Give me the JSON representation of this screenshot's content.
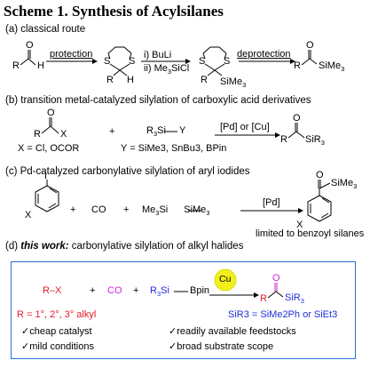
{
  "title": "Scheme 1. Synthesis of Acylsilanes",
  "sections": {
    "a": {
      "label": "(a) classical route",
      "r1": "R",
      "h1": "H",
      "o1": "O",
      "arrow1": "protection",
      "s1": "S",
      "s2": "S",
      "r2": "R",
      "h2": "H",
      "reagent1": "i) BuLi",
      "reagent2_pre": "ii) Me",
      "reagent2_sub": "3",
      "reagent2_post": "SiCl",
      "s3": "S",
      "s4": "S",
      "r3": "R",
      "sime3_pre": "SiMe",
      "sime3_sub": "3",
      "arrow2": "deprotection",
      "o2": "O",
      "r4": "R",
      "sime3b_pre": "SiMe",
      "sime3b_sub": "3"
    },
    "b": {
      "label": "(b) transition metal-catalyzed silylation of carboxylic acid derivatives",
      "o1": "O",
      "r1": "R",
      "x1": "X",
      "x_def": "X = Cl, OCOR",
      "plus": "+",
      "r3si_pre": "R",
      "r3si_sub": "3",
      "r3si_post": "Si",
      "y": "Y",
      "y_def": "Y = SiMe3, SnBu3, BPin",
      "catalyst": "[Pd] or [Cu]",
      "o2": "O",
      "r2": "R",
      "sir3_pre": "SiR",
      "sir3_sub": "3"
    },
    "c": {
      "label": "(c) Pd-catalyzed carbonylative silylation of aryl iodides",
      "i": "I",
      "x": "X",
      "plus1": "+",
      "co": "CO",
      "plus2": "+",
      "disilane_a": "Me",
      "disilane_a_sub": "3",
      "disilane_b": "Si",
      "disilane_c": "SiMe",
      "disilane_c_sub": "3",
      "catalyst": "[Pd]",
      "o": "O",
      "sime3_pre": "SiMe",
      "sime3_sub": "3",
      "x2": "X",
      "note": "limited to benzoyl silanes"
    },
    "d": {
      "label_prefix": "(d) ",
      "label_bold": "this work:",
      "label_rest": " carbonylative silylation of alkyl halides",
      "rx": "R–X",
      "plus1": "+",
      "co": "CO",
      "plus2": "+",
      "borane_pre": "R",
      "borane_sub": "3",
      "borane_post": "Si",
      "bpin": "Bpin",
      "catalyst": "Cu",
      "o": "O",
      "r": "R",
      "sir3_pre": "SiR",
      "sir3_sub": "3",
      "r_def": "R = 1°, 2°, 3° alkyl",
      "sir3_def": "SiR3 = SiMe2Ph or SiEt3",
      "bullets": [
        "✓cheap catalyst",
        "✓readily available feedstocks",
        "✓mild conditions",
        "✓broad substrate scope"
      ]
    }
  },
  "colors": {
    "blue": "#1f2fd6",
    "red": "#e0192a",
    "magenta": "#d61fd6",
    "box": "#2a6fd8",
    "cu_fill": "#f2ef1a"
  }
}
